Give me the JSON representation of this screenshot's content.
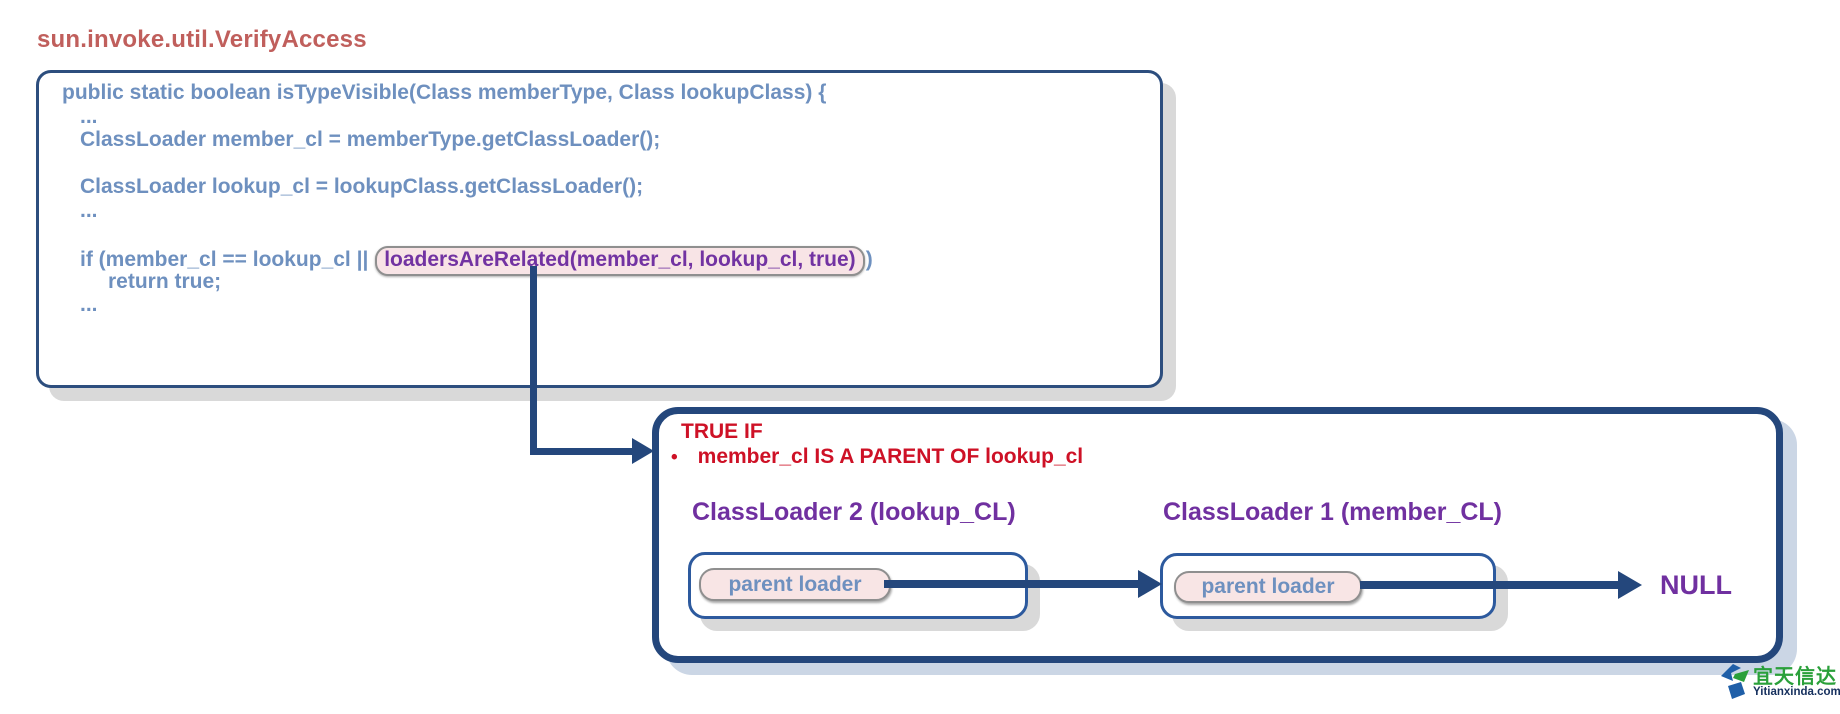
{
  "title": "sun.invoke.util.VerifyAccess",
  "code": {
    "signature": "public static boolean isTypeVisible(Class memberType, Class lookupClass) {",
    "ellipsis": "...",
    "member_cl_line": "ClassLoader member_cl = memberType.getClassLoader();",
    "lookup_cl_line": "ClassLoader lookup_cl = lookupClass.getClassLoader();",
    "if_prefix": "if (member_cl == lookup_cl || ",
    "if_highlight": "loadersAreRelated(member_cl, lookup_cl, true)",
    "if_suffix": ")",
    "return_line": "return true;"
  },
  "true_if": {
    "heading": "TRUE IF",
    "bullet": "member_cl IS A PARENT OF lookup_cl",
    "loaders": [
      {
        "label": "ClassLoader 2 (lookup_CL)",
        "pill": "parent loader"
      },
      {
        "label": "ClassLoader 1 (member_CL)",
        "pill": "parent loader"
      }
    ],
    "terminal": "NULL"
  },
  "logo": {
    "cjk": "宜天信达",
    "domain": "Yitianxinda.com"
  },
  "colors": {
    "title_red": "#c05f5c",
    "code_blue": "#6e90bf",
    "highlight_purple": "#7233a2",
    "highlight_pink_bg": "#f8e4e6",
    "navy": "#24477c",
    "true_if_red": "#ce1126",
    "label_purple": "#7030a0",
    "shadow_gray": "#d9d9d9",
    "shadow_blue": "#cbd6e5",
    "logo_green": "#2aa03a",
    "logo_blue": "#1f5fa8"
  }
}
